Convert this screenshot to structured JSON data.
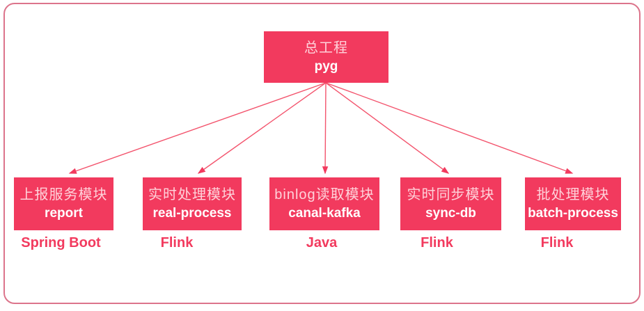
{
  "diagram": {
    "root": {
      "title": "总工程",
      "name": "pyg"
    },
    "modules": [
      {
        "title": "上报服务模块",
        "name": "report",
        "tech": "Spring Boot"
      },
      {
        "title": "实时处理模块",
        "name": "real-process",
        "tech": "Flink"
      },
      {
        "title": "binlog读取模块",
        "name": "canal-kafka",
        "tech": "Java"
      },
      {
        "title": "实时同步模块",
        "name": "sync-db",
        "tech": "Flink"
      },
      {
        "title": "批处理模块",
        "name": "batch-process",
        "tech": "Flink"
      }
    ],
    "colors": {
      "box_fill": "#f23a5e",
      "box_title_text": "#ffd2da",
      "box_name_text": "#ffffff",
      "arrow": "#f3546d",
      "frame_border": "#dc748b",
      "tech_label": "#f23a5e"
    }
  }
}
